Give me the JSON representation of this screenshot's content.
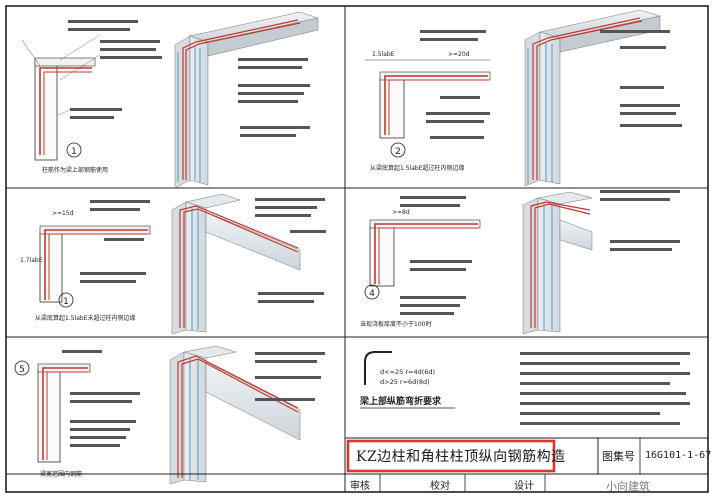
{
  "drawing": {
    "title": "KZ边柱和角柱柱顶纵向钢筋构造",
    "atlas_label": "图集号",
    "atlas_number": "16G101-1-67",
    "review_label": "审核",
    "check_label": "校对",
    "design_label": "设计",
    "watermark": "小向建筑"
  },
  "panels": [
    {
      "number": "1",
      "caption": "柱筋作为梁上部钢筋使用"
    },
    {
      "number": "2",
      "caption": "从梁底算起1.5labE超过柱内侧边缘"
    },
    {
      "number": "1",
      "caption": "从梁底算起1.5labE未超过柱内侧边缘"
    },
    {
      "number": "4",
      "caption": "当现浇板厚度不小于100时"
    },
    {
      "number": "5",
      "caption": "梁宽范围内钢筋"
    }
  ],
  "dims": {
    "d1": ">=20d",
    "d2": "1.5labE",
    "d3": ">=15d",
    "d4": ">=8d",
    "d5": "1.7labE"
  },
  "bend_table": {
    "title": "梁上部纵筋弯折要求",
    "row1": "d<=25  r=4d(6d)",
    "row2": "d>25  r=6d(8d)"
  },
  "colors": {
    "rebar_red": "#c0392b",
    "rebar_blue": "#4a90b8",
    "frame": "#222222",
    "highlight": "#d9342b"
  }
}
